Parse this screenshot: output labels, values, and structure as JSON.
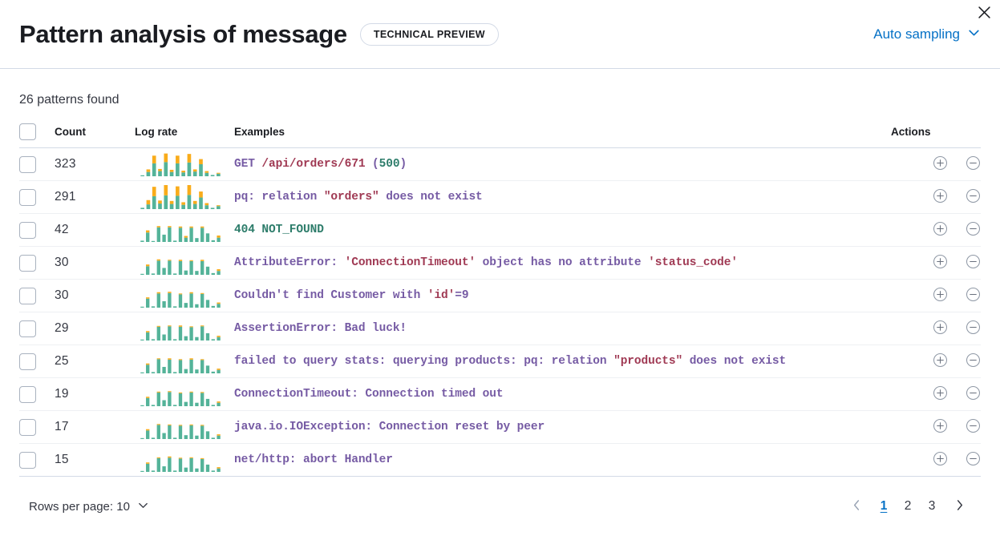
{
  "header": {
    "title": "Pattern analysis of message",
    "badge": "TECHNICAL PREVIEW",
    "sampling_label": "Auto sampling",
    "close_icon": "close-icon",
    "chevron_icon": "chevron-down-icon"
  },
  "summary": {
    "patterns_found": "26 patterns found"
  },
  "table": {
    "columns": {
      "select": "",
      "count": "Count",
      "log_rate": "Log rate",
      "examples": "Examples",
      "actions": "Actions"
    },
    "rows": [
      {
        "count": "323",
        "example": "GET /api/orders/671 (500)",
        "tokens": [
          {
            "t": "GET ",
            "c": "def"
          },
          {
            "t": "/api/orders/671",
            "c": "str"
          },
          {
            "t": " (",
            "c": "def"
          },
          {
            "t": "500",
            "c": "num"
          },
          {
            "t": ")",
            "c": "def"
          }
        ],
        "sparkline": {
          "teal": [
            2,
            10,
            30,
            12,
            33,
            10,
            30,
            9,
            32,
            11,
            28,
            8,
            3,
            6
          ],
          "orange": [
            0,
            6,
            18,
            5,
            20,
            5,
            18,
            4,
            20,
            5,
            12,
            4,
            0,
            2
          ]
        }
      },
      {
        "count": "291",
        "example": "pq: relation \"orders\" does not exist",
        "tokens": [
          {
            "t": "pq: relation ",
            "c": "def"
          },
          {
            "t": "\"orders\"",
            "c": "str"
          },
          {
            "t": " does not exist",
            "c": "def"
          }
        ],
        "sparkline": {
          "teal": [
            3,
            11,
            30,
            13,
            32,
            12,
            31,
            10,
            33,
            12,
            27,
            9,
            3,
            7
          ],
          "orange": [
            0,
            10,
            22,
            7,
            24,
            7,
            22,
            6,
            24,
            7,
            14,
            5,
            0,
            2
          ]
        }
      },
      {
        "count": "42",
        "example": "404 NOT_FOUND",
        "tokens": [
          {
            "t": "404 NOT_FOUND",
            "c": "num"
          }
        ],
        "sparkline": {
          "teal": [
            3,
            22,
            2,
            34,
            17,
            34,
            3,
            33,
            10,
            33,
            9,
            33,
            20,
            4,
            10
          ],
          "orange": [
            0,
            5,
            0,
            3,
            0,
            3,
            0,
            3,
            4,
            3,
            0,
            3,
            0,
            0,
            5
          ]
        }
      },
      {
        "count": "30",
        "example": "AttributeError: 'ConnectionTimeout' object has no attribute 'status_code'",
        "tokens": [
          {
            "t": "AttributeError: ",
            "c": "def"
          },
          {
            "t": "'ConnectionTimeout'",
            "c": "str"
          },
          {
            "t": " object has no attribute ",
            "c": "def"
          },
          {
            "t": "'status_code'",
            "c": "str"
          }
        ],
        "sparkline": {
          "teal": [
            2,
            20,
            3,
            33,
            16,
            33,
            3,
            32,
            10,
            32,
            9,
            32,
            19,
            4,
            9
          ],
          "orange": [
            0,
            4,
            0,
            3,
            0,
            2,
            0,
            3,
            0,
            2,
            0,
            3,
            0,
            0,
            4
          ]
        }
      },
      {
        "count": "30",
        "example": "Couldn't find Customer with 'id'=9",
        "tokens": [
          {
            "t": "Couldn't find Customer with ",
            "c": "def"
          },
          {
            "t": "'id'",
            "c": "str"
          },
          {
            "t": "=9",
            "c": "def"
          }
        ],
        "sparkline": {
          "teal": [
            2,
            21,
            3,
            33,
            15,
            34,
            3,
            31,
            11,
            33,
            8,
            32,
            18,
            4,
            9
          ],
          "orange": [
            0,
            3,
            0,
            3,
            0,
            3,
            0,
            2,
            0,
            3,
            0,
            2,
            0,
            0,
            3
          ]
        }
      },
      {
        "count": "29",
        "example": "AssertionError: Bad luck!",
        "tokens": [
          {
            "t": "AssertionError: Bad luck!",
            "c": "def"
          }
        ],
        "sparkline": {
          "teal": [
            2,
            19,
            3,
            32,
            14,
            33,
            3,
            32,
            10,
            31,
            8,
            33,
            17,
            3,
            8
          ],
          "orange": [
            0,
            3,
            0,
            2,
            0,
            2,
            0,
            3,
            0,
            2,
            0,
            2,
            0,
            0,
            3
          ]
        }
      },
      {
        "count": "25",
        "example": "failed to query stats: querying products: pq: relation \"products\" does not exist",
        "tokens": [
          {
            "t": "failed to query stats: querying products: pq: relation ",
            "c": "def"
          },
          {
            "t": "\"products\"",
            "c": "str"
          },
          {
            "t": " does not exist",
            "c": "def"
          }
        ],
        "sparkline": {
          "teal": [
            2,
            20,
            3,
            33,
            15,
            32,
            3,
            31,
            10,
            32,
            9,
            31,
            18,
            4,
            8
          ],
          "orange": [
            0,
            3,
            0,
            2,
            0,
            3,
            0,
            2,
            0,
            3,
            0,
            2,
            0,
            0,
            3
          ]
        }
      },
      {
        "count": "19",
        "example": "ConnectionTimeout: Connection timed out",
        "tokens": [
          {
            "t": "ConnectionTimeout: Connection timed out",
            "c": "def"
          }
        ],
        "sparkline": {
          "teal": [
            2,
            19,
            3,
            32,
            14,
            33,
            3,
            30,
            10,
            32,
            8,
            31,
            17,
            3,
            8
          ],
          "orange": [
            0,
            3,
            0,
            2,
            0,
            2,
            0,
            2,
            0,
            2,
            0,
            2,
            0,
            0,
            3
          ]
        }
      },
      {
        "count": "17",
        "example": "java.io.IOException: Connection reset by peer",
        "tokens": [
          {
            "t": "java.io.IOException: Connection reset by peer",
            "c": "def"
          }
        ],
        "sparkline": {
          "teal": [
            2,
            20,
            3,
            33,
            14,
            32,
            3,
            31,
            9,
            32,
            8,
            31,
            18,
            3,
            8
          ],
          "orange": [
            0,
            3,
            0,
            2,
            0,
            2,
            0,
            2,
            0,
            2,
            0,
            2,
            0,
            0,
            3
          ]
        }
      },
      {
        "count": "15",
        "example": "net/http: abort Handler",
        "tokens": [
          {
            "t": "net/http: abort Handler",
            "c": "def"
          }
        ],
        "sparkline": {
          "teal": [
            2,
            19,
            3,
            32,
            13,
            33,
            3,
            31,
            10,
            32,
            8,
            30,
            17,
            3,
            8
          ],
          "orange": [
            0,
            3,
            0,
            2,
            0,
            3,
            0,
            2,
            0,
            2,
            0,
            2,
            0,
            0,
            3
          ]
        }
      }
    ],
    "row_action_icons": [
      "plus-in-circle-icon",
      "minus-in-circle-icon"
    ]
  },
  "footer": {
    "rows_per_page_label": "Rows per page: 10",
    "pages": [
      "1",
      "2",
      "3"
    ],
    "active_page": "1",
    "prev_icon": "chevron-left-icon",
    "next_icon": "chevron-right-icon"
  },
  "colors": {
    "accent": "#0571c6",
    "spark_teal": "#54b399",
    "spark_orange": "#f9ac1b",
    "token_default": "#765ba4",
    "token_string": "#a03a54",
    "token_number": "#2e7d6b",
    "border": "#d3dae6"
  }
}
